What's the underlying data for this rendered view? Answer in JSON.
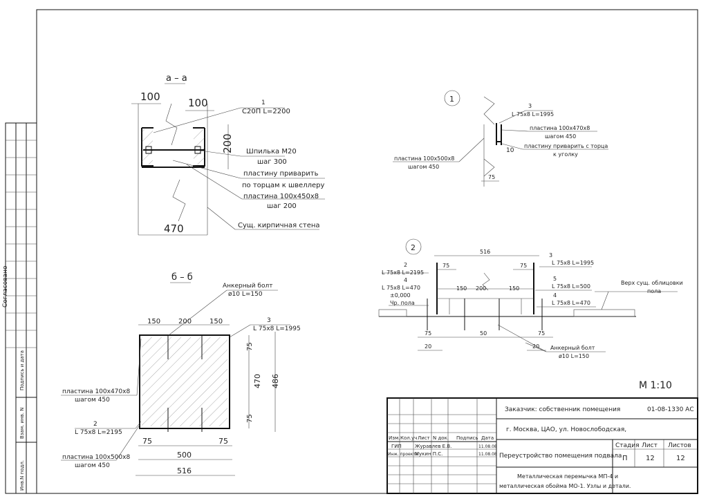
{
  "sheet": {
    "side_label": "Согласовано",
    "side_cells": [
      "Взам. инв. N",
      "Подпись и дата",
      "Инв.N подл."
    ],
    "scale": "М 1:10"
  },
  "section_aa": {
    "title": "а – а",
    "dim_left_top": "100",
    "dim_right_top": "100",
    "dim_height": "200",
    "dim_width": "470",
    "leader_num": "1",
    "leader_1": "С20П L=2200",
    "leader_2a": "Шпилька М20",
    "leader_2b": "шаг 300",
    "leader_3a": "пластину приварить",
    "leader_3b": "по торцам к швеллеру",
    "leader_4a": "пластина 100х450х8",
    "leader_4b": "шаг 200",
    "leader_5": "Сущ. кирпичная стена"
  },
  "section_bb": {
    "title": "б – б",
    "bolt_a": "Анкерный болт",
    "bolt_b": "ø10 L=150",
    "dim_150_left": "150",
    "dim_200": "200",
    "dim_150_right": "150",
    "ref_num": "3",
    "ref_angle": "L 75х8 L=1995",
    "dim_75_top": "75",
    "dim_470": "470",
    "dim_486": "486",
    "dim_75_bottom": "75",
    "plate_a": "пластина 100х470х8",
    "plate_b": "шагом 450",
    "ref2_num": "2",
    "ref2_angle": "L 75х8 L=2195",
    "dim_75_bl": "75",
    "dim_75_br": "75",
    "plate2_a": "пластина 100х500х8",
    "plate2_b": "шагом 450",
    "dim_500": "500",
    "dim_516": "516"
  },
  "node_1": {
    "number": "1",
    "ref_num": "3",
    "ref_angle": "L 75х8 L=1995",
    "plate_a": "пластина 100х470х8",
    "plate_b": "шагом 450",
    "weld_a": "пластину приварить с торца",
    "weld_b": "к уголку",
    "dim_10": "10",
    "plate2_a": "пластина 100х500х8",
    "plate2_b": "шагом 450",
    "dim_75": "75"
  },
  "node_2": {
    "number": "2",
    "dim_516": "516",
    "dim_75_left": "75",
    "dim_75_right": "75",
    "ref2_num": "2",
    "ref2_angle": "L 75х8 L=2195",
    "ref4_num": "4",
    "ref4_angle": "L 75х8 L=470",
    "level": "±0,000",
    "floor": "Чр. пола",
    "dim_150a": "150",
    "dim_200": "200",
    "dim_150b": "150",
    "ref3_num": "3",
    "ref3_angle": "L 75х8 L=1995",
    "ref5_num": "5",
    "ref5_angle": "L 75х8 L=500",
    "ref4b_num": "4",
    "ref4b_angle": "L 75х8 L=470",
    "cladding_a": "Верх сущ. облицовки",
    "cladding_b": "пола",
    "dim_75_bl": "75",
    "dim_50": "50",
    "dim_75_br": "75",
    "dim_20_left": "20",
    "dim_20_right": "20",
    "bolt_a": "Анкерный болт",
    "bolt_b": "ø10 L=150"
  },
  "title_block": {
    "customer": "Заказчик: собственник помещения",
    "code": "01-08-1330 АС",
    "address": "г. Москва, ЦАО, ул. Новослободская,",
    "col_izm": "Изм.",
    "col_kuch": "Кол.уч",
    "col_list": "Лист",
    "col_ndok": "N док.",
    "col_podpis": "Подпись",
    "col_data": "Дата",
    "r1_role": "ГИП",
    "r1_name": "Журавлев Е.В.",
    "r1_date": "11.08.08",
    "r2_role": "Инж. проекта",
    "r2_name": "Мукин П.С.",
    "r2_date": "11.08.08",
    "project": "Переустройство помещения подвала",
    "h_stage": "Стадия",
    "h_sheet": "Лист",
    "h_sheets": "Листов",
    "stage": "П",
    "sheet": "12",
    "sheets": "12",
    "drawing_a": "Металлическая перемычка МП-4 и",
    "drawing_b": "металлическая обойма МО-1. Узлы и детали."
  }
}
